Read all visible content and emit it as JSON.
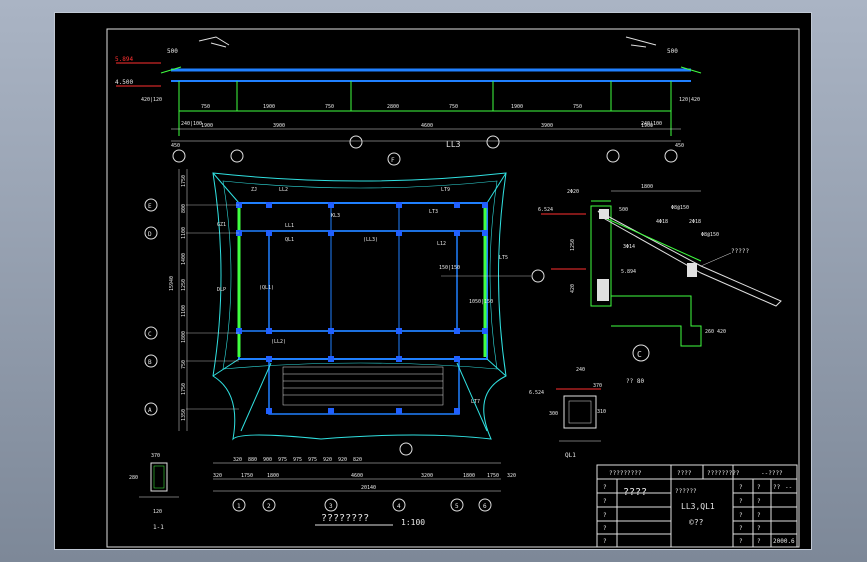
{
  "elevation": {
    "level_top": "5.894",
    "level_mid": "4.500",
    "dim_left": "500",
    "dim_right": "500",
    "sec_left": "420|120",
    "sec_right": "120|420",
    "beam_left": "240|100",
    "beam_right": "240|100",
    "spans": [
      "750",
      "1900",
      "750",
      "2800",
      "750",
      "1900",
      "750"
    ],
    "bottom_dims": [
      "1900",
      "3900",
      "4600",
      "3900",
      "1900"
    ],
    "edge_dims": [
      "450",
      "450"
    ],
    "title": "LL3"
  },
  "plan": {
    "axis_rows": [
      "E",
      "D",
      "C",
      "B",
      "A"
    ],
    "axis_cols": [
      "1",
      "2",
      "3",
      "4",
      "5",
      "6"
    ],
    "axis_letters": [
      "F"
    ],
    "beam_labels": [
      "ZJ",
      "LL2",
      "GZ1",
      "LL1",
      "QL1",
      "(LL3)",
      "KL3",
      "LT3",
      "LT9",
      "LT5",
      "(LL2)",
      "(QL1)",
      "L12",
      "DLP",
      "LT7"
    ],
    "left_dims": [
      "1750",
      "800",
      "1100",
      "1400",
      "1250",
      "1100",
      "1800",
      "750",
      "1750",
      "1350"
    ],
    "left_total": "15940",
    "top_dims": [
      "320",
      "880",
      "900",
      "975",
      "975",
      "975",
      "920",
      "920",
      "820"
    ],
    "bottom_dims": [
      "320",
      "1750",
      "1800",
      "4600",
      "3200",
      "1800",
      "1750",
      "320"
    ],
    "bottom_total": "20140",
    "ann_150": "150|150",
    "ann_1050": "1050|150",
    "title_text": "????????",
    "scale": "1:100"
  },
  "detail_c": {
    "level1": "6.524",
    "level2": "5.894",
    "dims": [
      "1800",
      "2Φ20",
      "500",
      "Φ8@150",
      "Φ8@150",
      "4Φ18",
      "2Φ18",
      "3Φ14"
    ],
    "vert": [
      "1250",
      "420"
    ],
    "bottom": [
      "260",
      "420"
    ],
    "note": "?????",
    "label": "C"
  },
  "ql1": {
    "label": "QL1",
    "dims": [
      "240",
      "370",
      "300",
      "310"
    ],
    "level": "6.524",
    "scale": "?? 80"
  },
  "sec11": {
    "label": "1-1",
    "dims": [
      "370",
      "280",
      "120"
    ]
  },
  "titleblock": {
    "cells": [
      "?????????",
      "????",
      "?????????",
      "--????",
      "?",
      "?",
      "??????",
      "?",
      "?",
      "?",
      "?",
      "?",
      "??",
      "--",
      "?",
      "?",
      "?",
      "?",
      "?",
      "?",
      "?",
      "?",
      "2000.6"
    ],
    "drawing": "LL3,QL1",
    "sig": "©??",
    "designer": "????"
  }
}
